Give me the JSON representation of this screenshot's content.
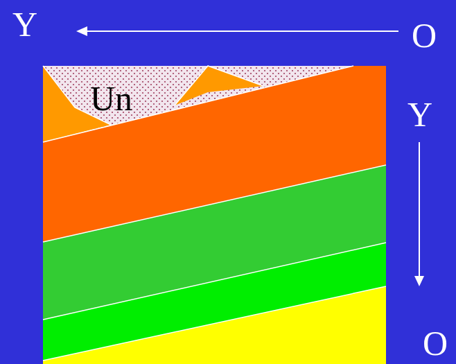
{
  "diagram": {
    "labels": [
      "Y",
      "O",
      "Un",
      "Y",
      "O"
    ]
  }
}
